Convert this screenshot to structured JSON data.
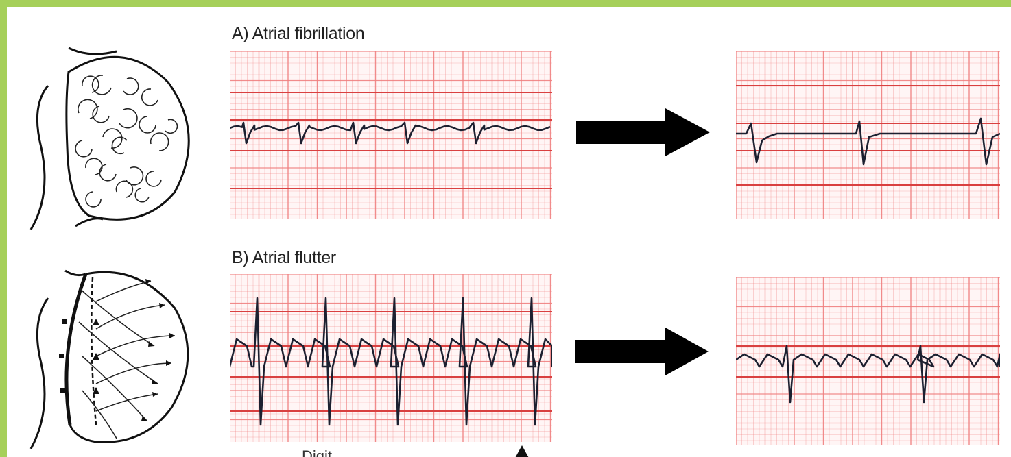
{
  "figure": {
    "panels": [
      {
        "id": "A",
        "title": "A) Atrial fibrillation"
      },
      {
        "id": "B",
        "title": "B) Atrial flutter"
      }
    ],
    "bottom_caption": "Digit",
    "colors": {
      "grid": "#f08080",
      "grid_major": "#d94040",
      "trace": "#1c2030",
      "arrow": "#000000",
      "frame": "#a6d05a"
    },
    "icons": [
      "atrial-fibrillation-heart-icon",
      "atrial-flutter-heart-icon",
      "right-arrow-icon"
    ]
  }
}
